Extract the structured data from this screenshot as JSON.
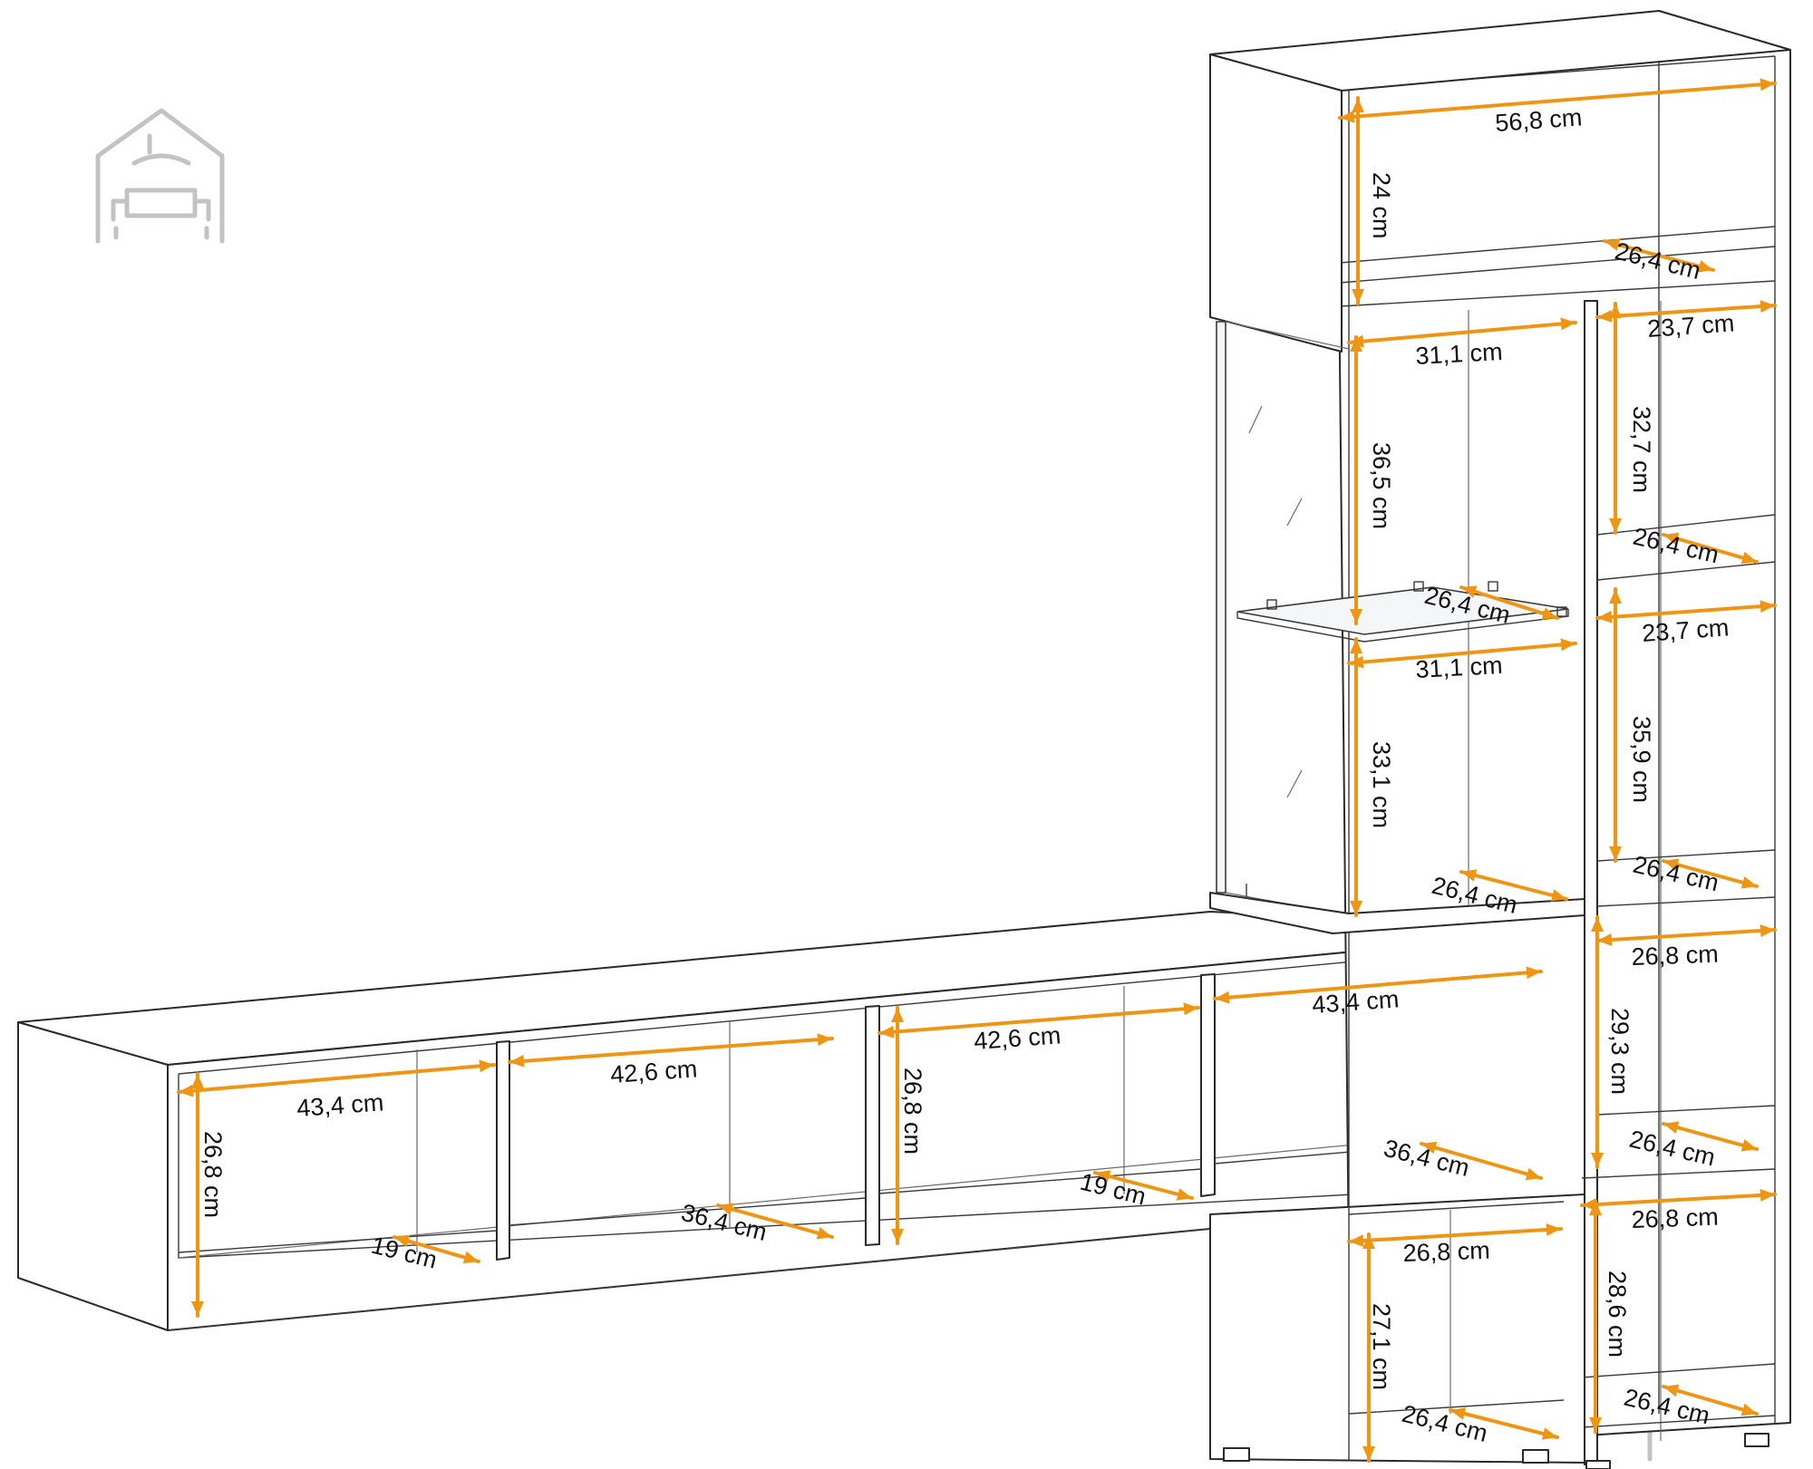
{
  "colors": {
    "dimension_line": "#ef9514",
    "outline": "#2a2a2a",
    "logo": "#c3c3c3"
  },
  "icons": {
    "top_left_logo": "house-sofa-icon",
    "bottom_right_logo": "house-sofa-icon"
  },
  "labels": {
    "top_width": "56,8 cm",
    "top_height": "24 cm",
    "top_depth": "26,4 cm",
    "glass_upper_width": "31,1 cm",
    "glass_upper_height": "36,5 cm",
    "glass_shelf_depth": "26,4 cm",
    "glass_lower_width": "31,1 cm",
    "glass_lower_height": "33,1 cm",
    "glass_bottom_depth": "26,4 cm",
    "right_upper_width": "23,7 cm",
    "right_upper_height": "32,7 cm",
    "right_upper_depth": "26,4 cm",
    "right_mid_width": "23,7 cm",
    "right_mid_height": "35,9 cm",
    "right_mid_depth": "26,4 cm",
    "right_low_width": "26,8 cm",
    "right_low_height": "29,3 cm",
    "right_low_depth": "26,4 cm",
    "right_bottom_width": "26,8 cm",
    "right_bottom_height": "28,6 cm",
    "right_bottom_depth": "26,4 cm",
    "base_width": "26,8 cm",
    "base_height": "27,1 cm",
    "base_depth": "26,4 cm",
    "tv_c1_width": "43,4 cm",
    "tv_c1_height": "26,8 cm",
    "tv_c1_depth": "19 cm",
    "tv_c2_width": "42,6 cm",
    "tv_c2_depth": "36,4 cm",
    "tv_c3_width": "42,6 cm",
    "tv_c3_height": "26,8 cm",
    "tv_c3_depth": "19 cm",
    "tv_c4_width": "43,4 cm",
    "tv_c4_depth": "36,4 cm"
  }
}
